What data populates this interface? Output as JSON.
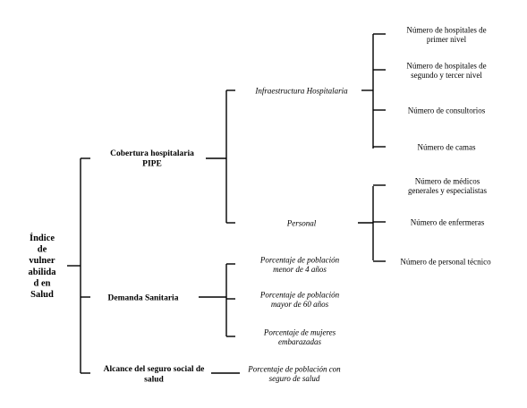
{
  "root": {
    "lines": [
      "Índice",
      "de",
      "vulner",
      "abilida",
      "d en",
      "Salud"
    ]
  },
  "branches": [
    {
      "lines": [
        "Cobertura hospitalaria",
        "PIPE"
      ],
      "children": [
        {
          "lines": [
            "Infraestructura Hospitalaria"
          ],
          "children": [
            {
              "lines": [
                "Número de hospitales de",
                "primer nivel"
              ]
            },
            {
              "lines": [
                "Número de hospitales de",
                "segundo y tercer nivel"
              ]
            },
            {
              "lines": [
                "Número de consultorios"
              ]
            },
            {
              "lines": [
                "Número de camas"
              ]
            }
          ]
        },
        {
          "lines": [
            "Personal"
          ],
          "children": [
            {
              "lines": [
                "Número de médicos",
                "generales y especialistas"
              ]
            },
            {
              "lines": [
                "Número de enfermeras"
              ]
            },
            {
              "lines": [
                "Número de personal técnico"
              ]
            }
          ]
        }
      ]
    },
    {
      "lines": [
        "Demanda Sanitaria"
      ],
      "children": [
        {
          "lines": [
            "Porcentaje de población",
            "menor de 4 años"
          ]
        },
        {
          "lines": [
            "Porcentaje de población",
            "mayor de 60 años"
          ]
        },
        {
          "lines": [
            "Porcentaje de mujeres",
            "embarazadas"
          ]
        }
      ]
    },
    {
      "lines": [
        "Alcance del seguro social de",
        "salud"
      ],
      "children": [
        {
          "lines": [
            "Porcentaje de población con",
            "seguro de salud"
          ]
        }
      ]
    }
  ]
}
